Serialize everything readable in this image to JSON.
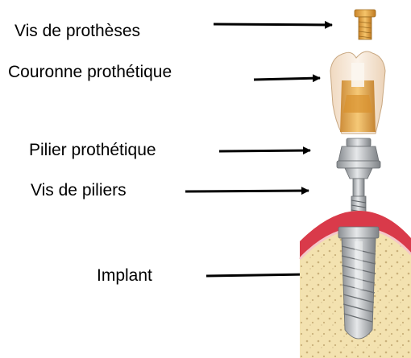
{
  "labels": {
    "prosthesis_screw": "Vis de prothèses",
    "crown": "Couronne prothétique",
    "abutment": "Pilier prothétique",
    "abutment_screw": "Vis de piliers",
    "implant": "Implant"
  },
  "colors": {
    "arrow": "#000000",
    "gum": "#d93a4a",
    "bone": "#f3e2b0",
    "metal": "#b8bcc0",
    "crown_gold": "#e8a23c",
    "crown_porcelain": "#f6ece0"
  }
}
